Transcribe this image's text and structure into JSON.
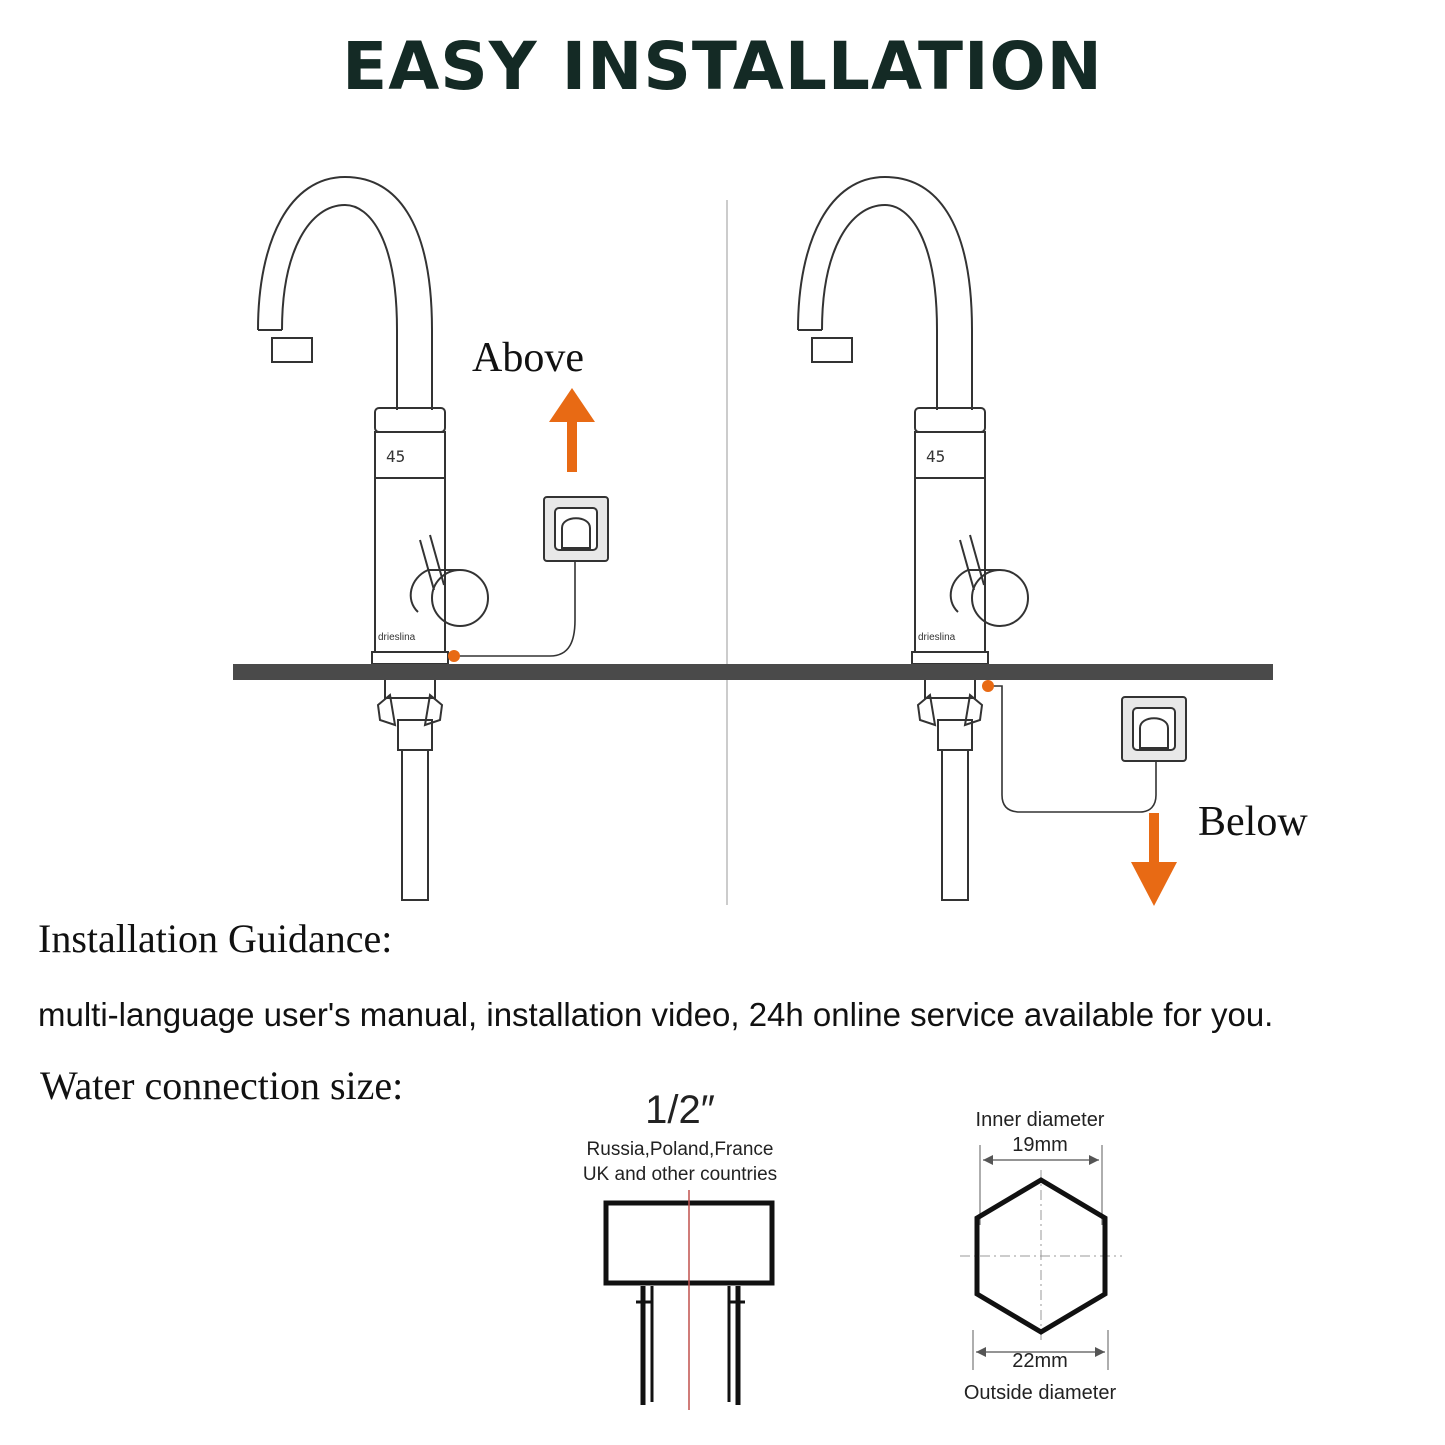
{
  "title": "EASY INSTALLATION",
  "diagram": {
    "left_panel": {
      "direction_label": "Above",
      "display_reading": "45",
      "brand_text": "drieslina"
    },
    "right_panel": {
      "direction_label": "Below",
      "display_reading": "45",
      "brand_text": "drieslina"
    }
  },
  "guidance": {
    "heading": "Installation Guidance:",
    "text": "multi-language user's manual, installation video, 24h online service available for you."
  },
  "water_connection": {
    "heading": "Water connection size:",
    "thread": {
      "size": "1/2″",
      "note_line1": "Russia,Poland,France",
      "note_line2": "UK and other countries"
    },
    "hexagon": {
      "inner_label": "Inner diameter",
      "inner_value": "19mm",
      "outer_value": "22mm",
      "outer_label": "Outside diameter"
    }
  },
  "colors": {
    "title": "#142a25",
    "accent": "#e86a14",
    "line": "#333333",
    "counter": "#4a4a4a"
  }
}
